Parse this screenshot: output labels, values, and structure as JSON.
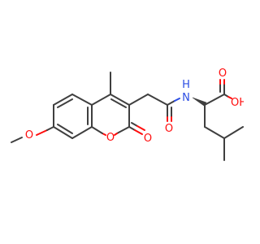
{
  "molecule": {
    "atoms": {
      "methoxy_o": "O",
      "ring_o": "O",
      "lactone_o": "O",
      "amide_o": "O",
      "acid_o": "O",
      "hydroxyl": "OH",
      "amide_n": "H",
      "amide_n_symbol": "N"
    },
    "colors": {
      "bond": "#3f3f3f",
      "oxygen": "#ff0d0d",
      "nitrogen": "#2b4de3",
      "background": "#ffffff"
    }
  }
}
